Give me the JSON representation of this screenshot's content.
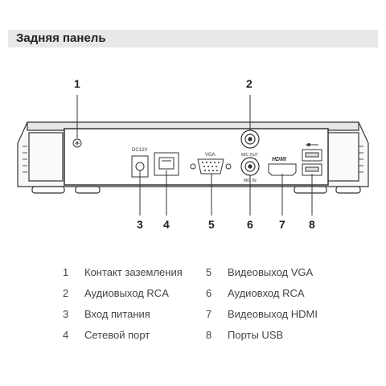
{
  "header": {
    "title": "Задняя панель"
  },
  "device": {
    "labels": {
      "power": "DC12V",
      "vga": "VGA",
      "mic_out": "MIC OUT",
      "mic_in": "MIC IN",
      "hdmi": "HDMI"
    }
  },
  "callouts": [
    "1",
    "2",
    "3",
    "4",
    "5",
    "6",
    "7",
    "8"
  ],
  "legend": [
    {
      "num": "1",
      "label": "Контакт заземления"
    },
    {
      "num": "2",
      "label": "Аудиовыход RCA"
    },
    {
      "num": "3",
      "label": "Вход питания"
    },
    {
      "num": "4",
      "label": "Сетевой порт"
    },
    {
      "num": "5",
      "label": "Видеовыход VGA"
    },
    {
      "num": "6",
      "label": "Аудиовход RCA"
    },
    {
      "num": "7",
      "label": "Видеовыход HDMI"
    },
    {
      "num": "8",
      "label": "Порты USB"
    }
  ]
}
